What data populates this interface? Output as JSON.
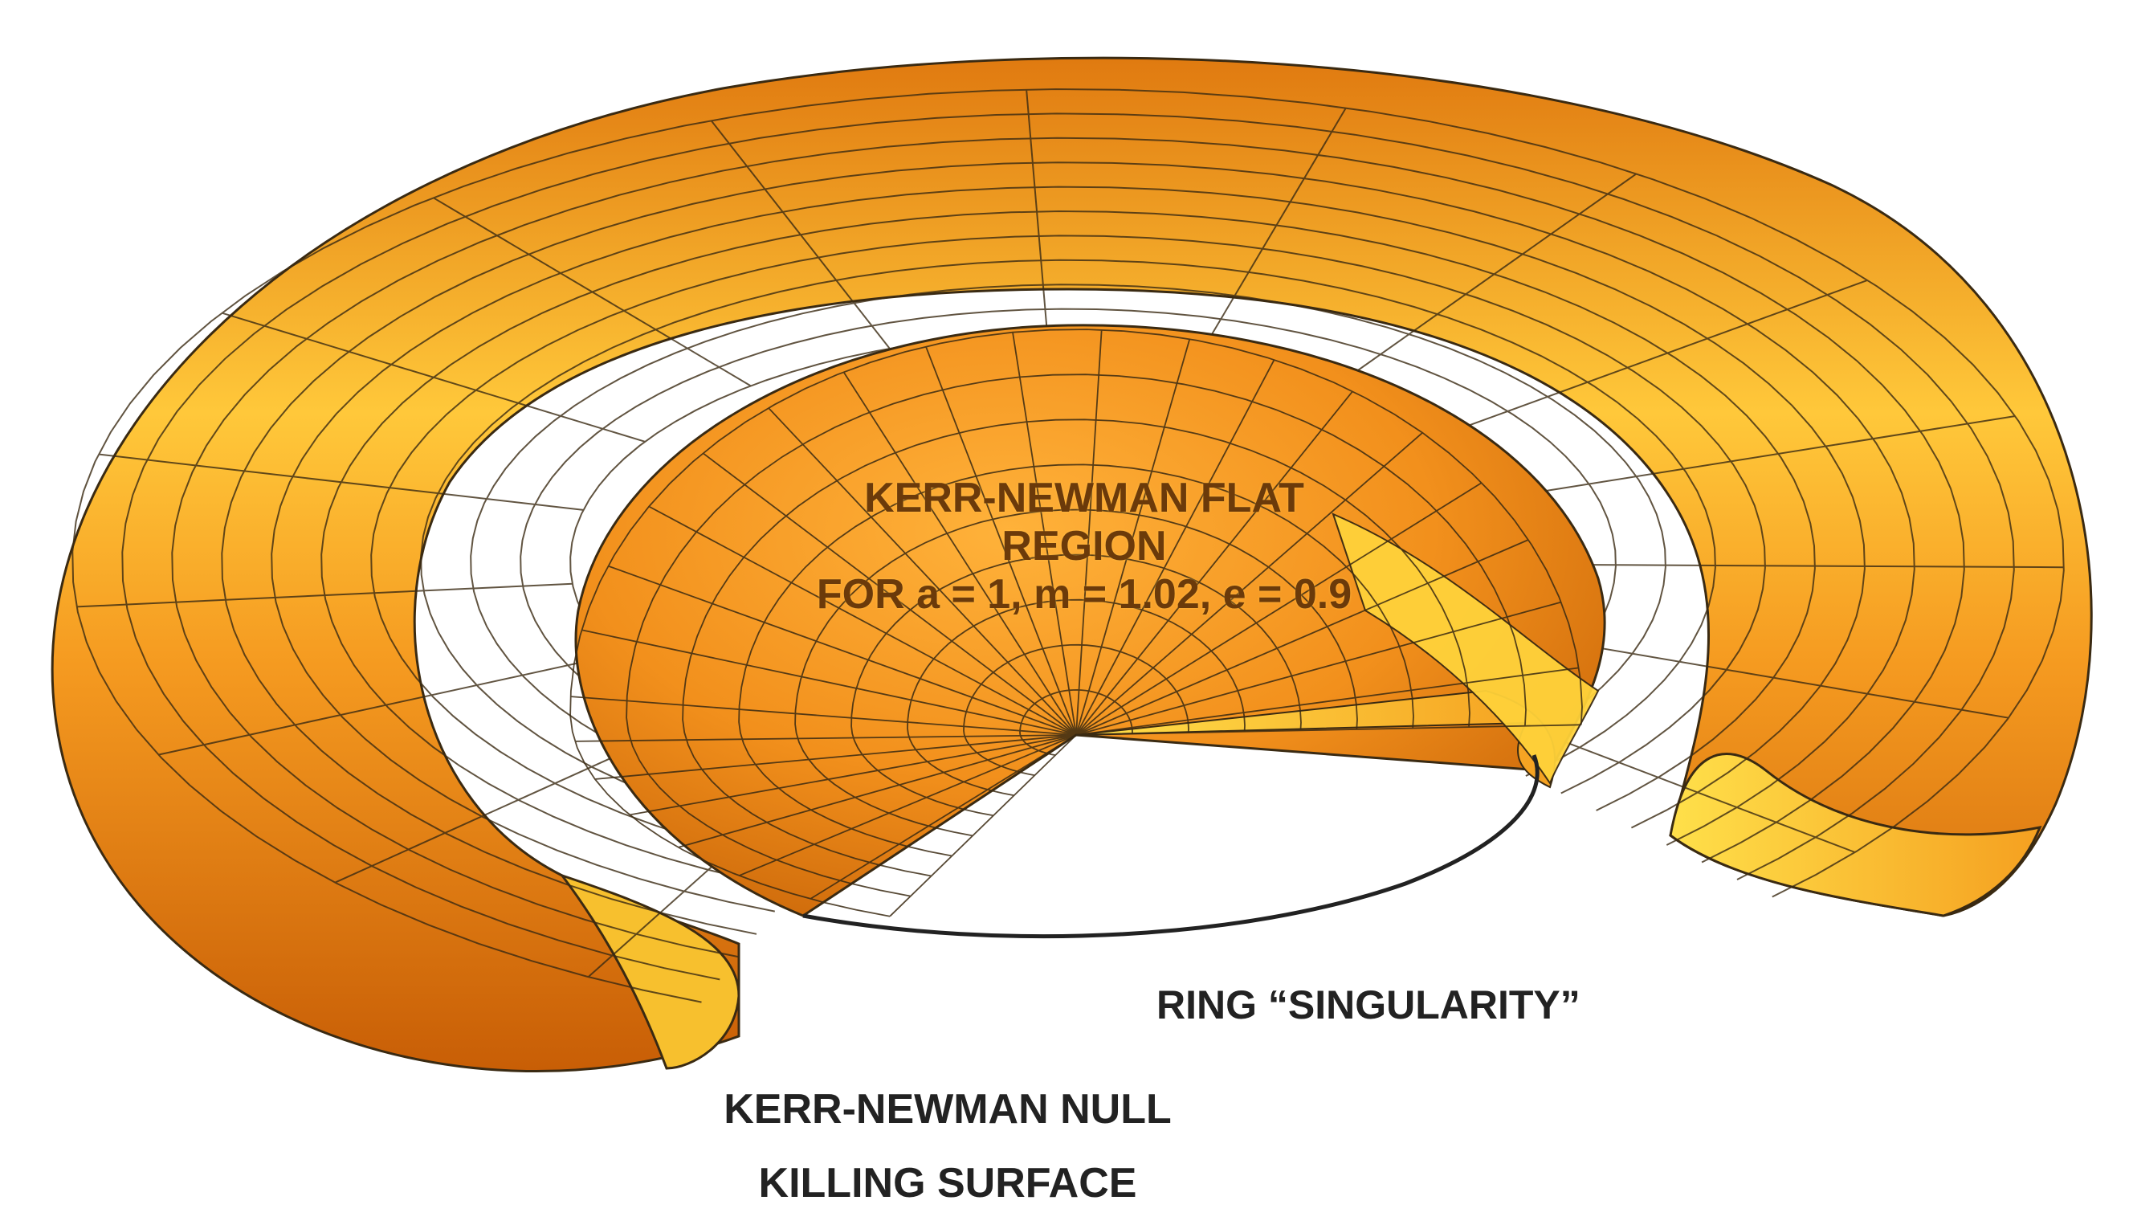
{
  "flat_region_label": {
    "line1": "KERR-NEWMAN FLAT",
    "line2": "REGION",
    "line3": "FOR a = 1, m = 1.02, e = 0.9"
  },
  "ring_label": "RING “SINGULARITY”",
  "null_surface_label": {
    "line1": "KERR-NEWMAN NULL",
    "line2": "KILLING SURFACE"
  },
  "colors": {
    "surface_orange": "#f0901a",
    "surface_highlight": "#ffd23a",
    "surface_shadow": "#c25a05",
    "mesh_line": "#3a2a12",
    "ring_line": "#222222"
  }
}
